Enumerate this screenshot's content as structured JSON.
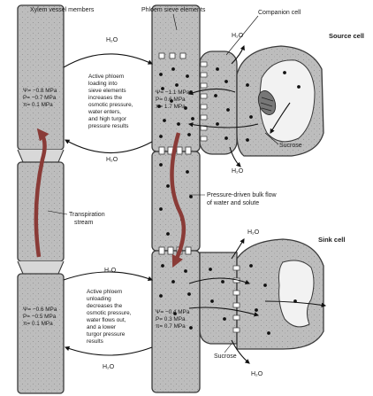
{
  "labels": {
    "xylem": "Xylem vessel members",
    "phloem": "Phloem sieve elements",
    "companion": "Companion cell",
    "source": "Source cell",
    "sink": "Sink cell",
    "sucrose_top": "Sucrose",
    "sucrose_bottom": "Sucrose",
    "transpiration": [
      "Transpiration",
      "stream"
    ],
    "bulk_flow": [
      "Pressure-driven bulk flow",
      "of water and solute"
    ]
  },
  "water": {
    "label": "H₂O"
  },
  "xylem_top_values": [
    "Ψ= −0.8 MPa",
    "P= −0.7 MPa",
    "π= 0.1 MPa"
  ],
  "phloem_top_values": [
    "Ψ= −1.1 MPa",
    "P= 0.6 MPa",
    "π= 1.7 MPa"
  ],
  "xylem_bottom_values": [
    "Ψ= −0.6 MPa",
    "P= −0.5 MPa",
    "π= 0.1 MPa"
  ],
  "phloem_bottom_values": [
    "Ψ= −0.4 MPa",
    "P= 0.3 MPa",
    "π= 0.7 MPa"
  ],
  "loading_text": [
    "Active phloem",
    "loading into",
    "sieve elements",
    "increases the",
    "osmotic pressure,",
    "water enters,",
    "and high turgor",
    "pressure results"
  ],
  "unloading_text": [
    "Active phloem",
    "unloading",
    "decreases the",
    "osmotic pressure,",
    "water flows out,",
    "and a lower",
    "turgor pressure",
    "results"
  ],
  "colors": {
    "cell_fill": "#bdbdbd",
    "cell_stroke": "#3a3a3a",
    "arrow_red": "#8a3b37",
    "vacuole": "#f2f2f2"
  }
}
